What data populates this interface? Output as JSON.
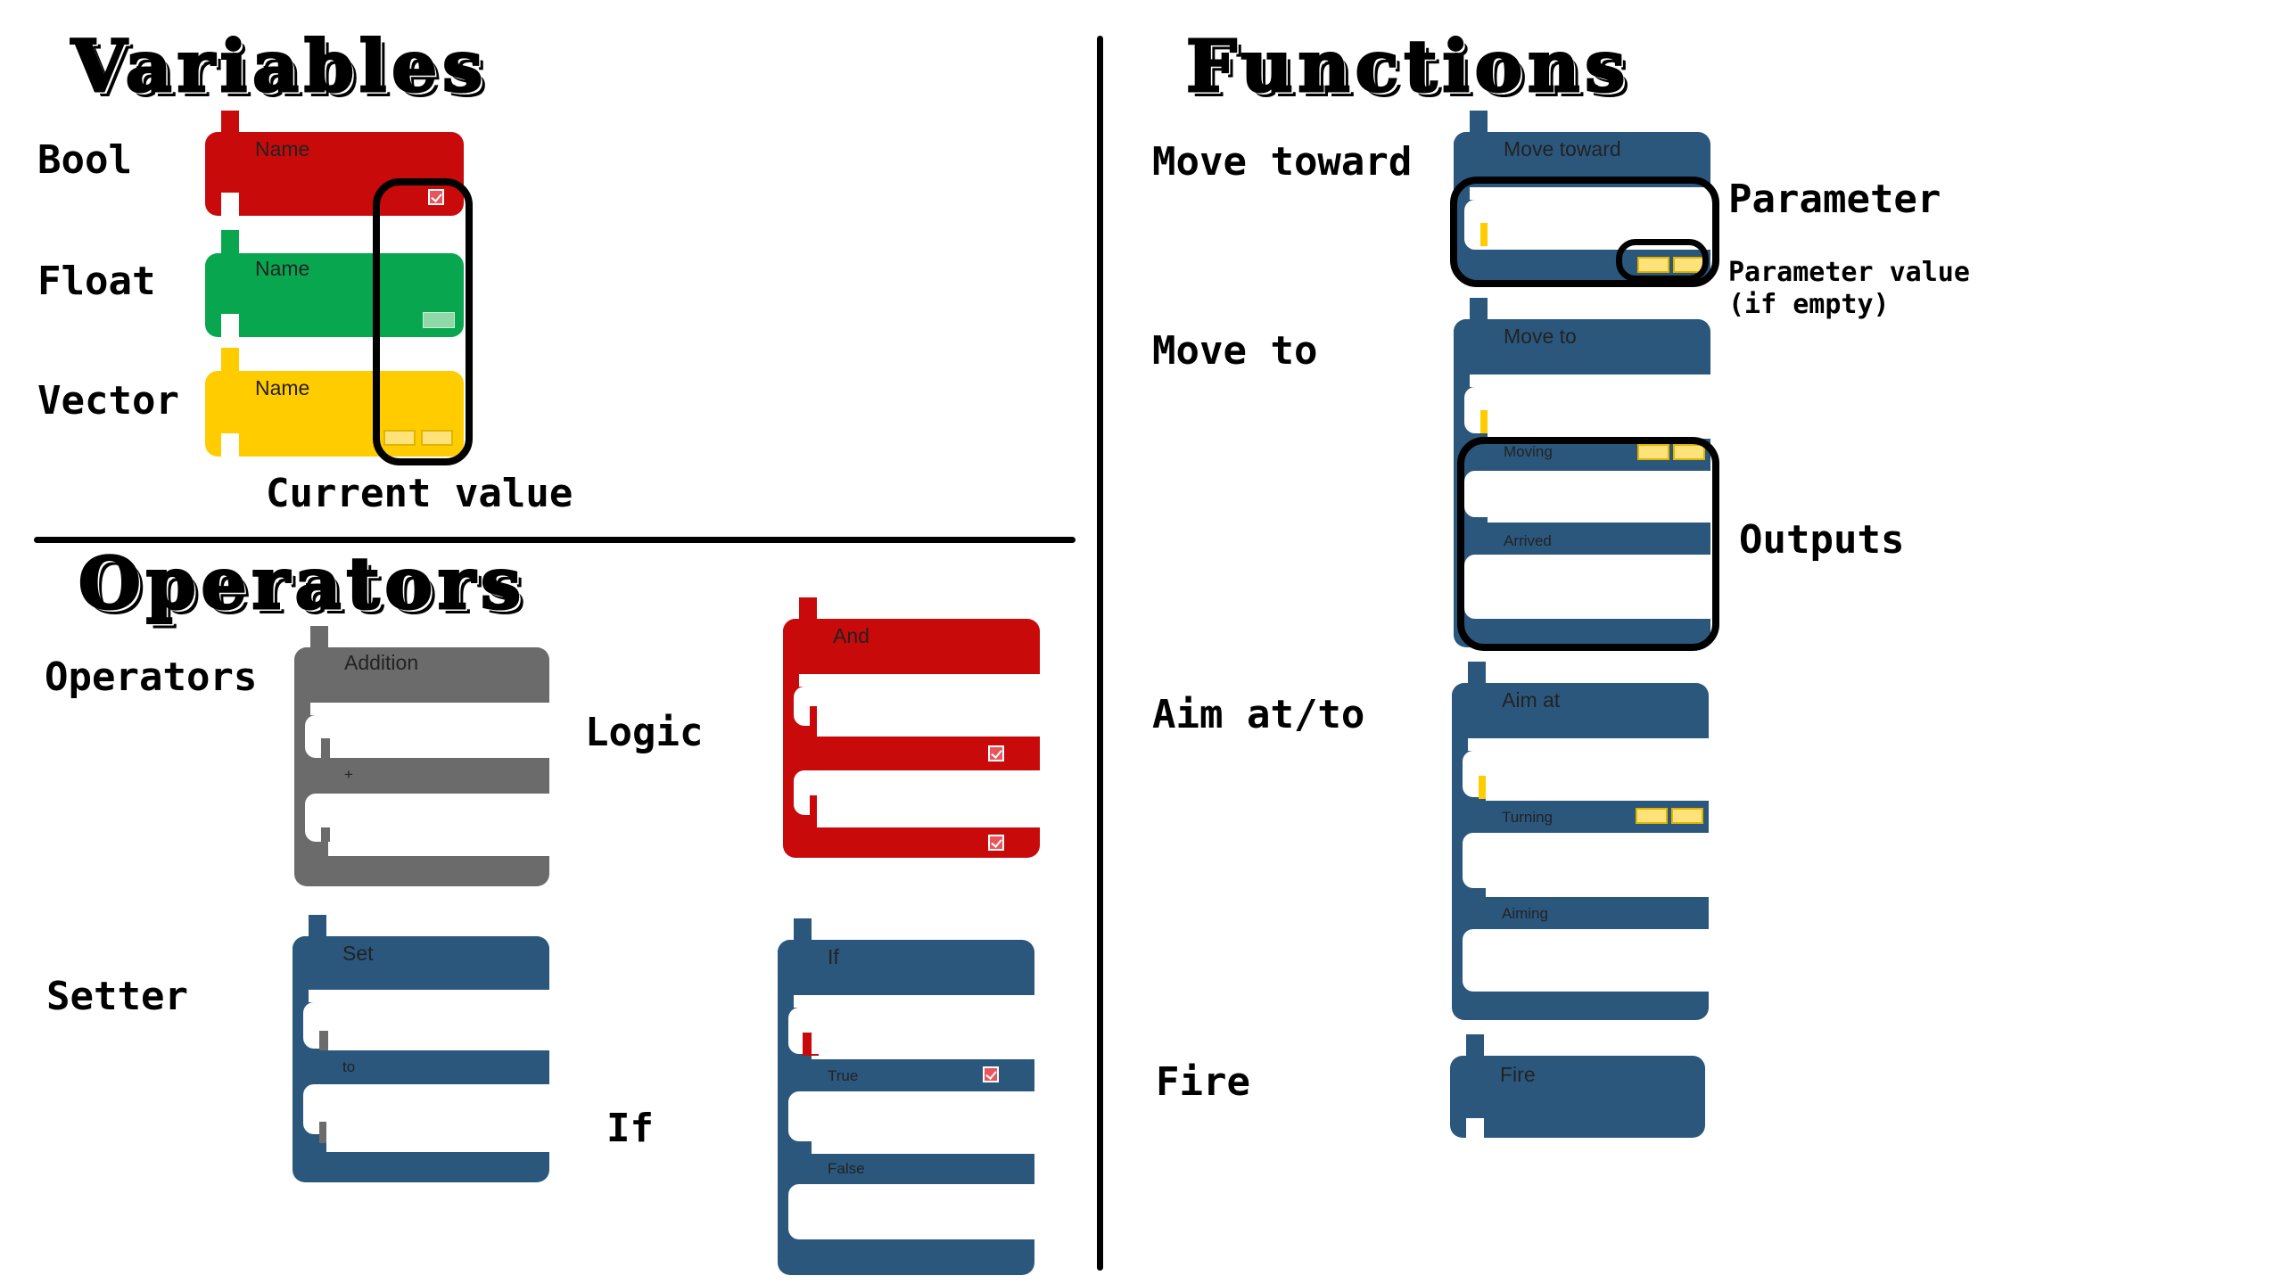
{
  "sections": {
    "variables": "Variables",
    "functions": "Functions",
    "operators": "Operators"
  },
  "variables": {
    "bool": {
      "label": "Bool",
      "block_text": "Name",
      "color": "#c80a0a"
    },
    "float": {
      "label": "Float",
      "block_text": "Name",
      "color": "#09a650"
    },
    "vector": {
      "label": "Vector",
      "block_text": "Name",
      "color": "#ffcc00"
    },
    "current_value_note": "Current value"
  },
  "operators": {
    "operators_label": "Operators",
    "addition": {
      "title": "Addition",
      "row": "+",
      "color": "#6b6b6b"
    },
    "logic_label": "Logic",
    "and": {
      "title": "And",
      "color": "#c80a0a"
    },
    "setter_label": "Setter",
    "set": {
      "title": "Set",
      "row": "to",
      "color": "#2b577d"
    },
    "if_label": "If",
    "if_block": {
      "title": "If",
      "row1": "True",
      "row2": "False"
    }
  },
  "functions": {
    "move_toward": {
      "label": "Move toward",
      "title": "Move toward"
    },
    "parameter_note": "Parameter",
    "parameter_value_note": "Parameter value",
    "parameter_value_note2": "(if empty)",
    "move_to": {
      "label": "Move to",
      "title": "Move to",
      "out1": "Moving",
      "out2": "Arrived"
    },
    "outputs_note": "Outputs",
    "aim": {
      "label": "Aim at/to",
      "title": "Aim at",
      "out1": "Turning",
      "out2": "Aiming"
    },
    "fire": {
      "label": "Fire",
      "title": "Fire"
    }
  },
  "colors": {
    "block_blue": "#2b577d",
    "accent_yellow": "#ffcc00"
  }
}
